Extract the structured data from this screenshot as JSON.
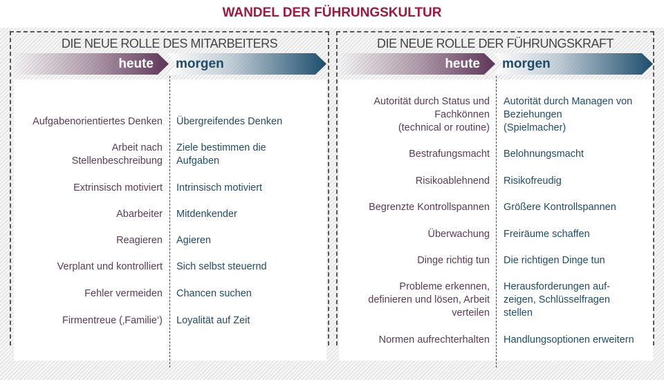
{
  "title": "WANDEL DER FÜHRUNGSKULTUR",
  "left": {
    "title": "DIE NEUE ROLLE DES MITARBEITERS",
    "heute": "heute",
    "morgen": "morgen",
    "rows": [
      {
        "heute": "Aufgabenorientiertes Denken",
        "morgen": "Übergreifendes Denken"
      },
      {
        "heute": "Arbeit nach\nStellenbeschreibung",
        "morgen": "Ziele bestimmen die\nAufgaben"
      },
      {
        "heute": "Extrinsisch motiviert",
        "morgen": "Intrinsisch motiviert"
      },
      {
        "heute": "Abarbeiter",
        "morgen": "Mitdenkender"
      },
      {
        "heute": "Reagieren",
        "morgen": "Agieren"
      },
      {
        "heute": "Verplant und kontrolliert",
        "morgen": "Sich selbst steuernd"
      },
      {
        "heute": "Fehler vermeiden",
        "morgen": "Chancen suchen"
      },
      {
        "heute": "Firmentreue (‚Familie‘)",
        "morgen": "Loyalität auf Zeit"
      }
    ]
  },
  "right": {
    "title": "DIE NEUE ROLLE DER FÜHRUNGSKRAFT",
    "heute": "heute",
    "morgen": "morgen",
    "rows": [
      {
        "heute": "Autorität durch Status und\nFachkönnen\n(technical or routine)",
        "morgen": "Autorität durch Managen von\nBeziehungen\n(Spielmacher)"
      },
      {
        "heute": "Bestrafungsmacht",
        "morgen": "Belohnungsmacht"
      },
      {
        "heute": "Risikoablehnend",
        "morgen": "Risikofreudig"
      },
      {
        "heute": "Begrenzte Kontrollspannen",
        "morgen": "Größere Kontrollspannen"
      },
      {
        "heute": "Überwachung",
        "morgen": "Freiräume schaffen"
      },
      {
        "heute": "Dinge richtig tun",
        "morgen": "Die richtigen Dinge tun"
      },
      {
        "heute": "Probleme erkennen,\ndefinieren und lösen, Arbeit\nverteilen",
        "morgen": "Herausforderungen auf-\nzeigen, Schlüsselfragen\nstellen"
      },
      {
        "heute": "Normen aufrechterhalten",
        "morgen": "Handlungsoptionen erweitern"
      }
    ]
  }
}
